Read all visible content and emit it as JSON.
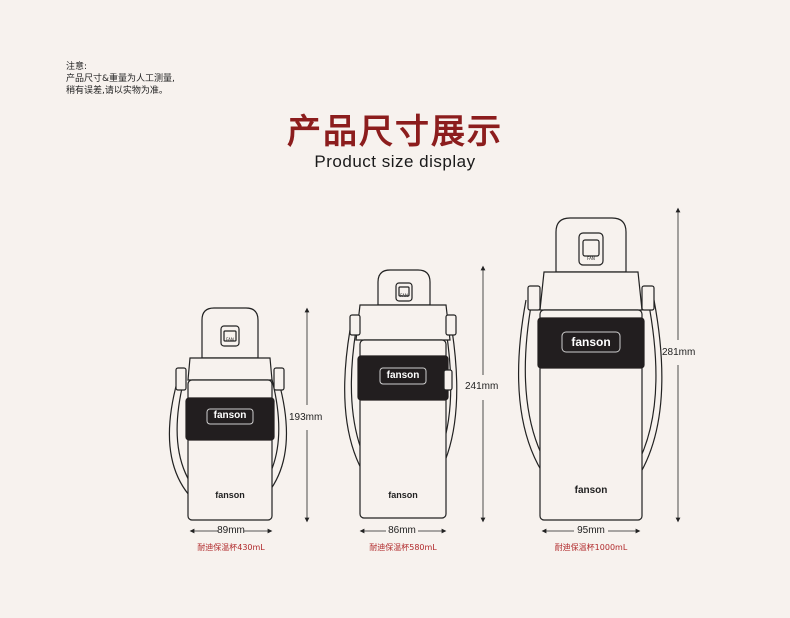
{
  "note": {
    "heading": "注意:",
    "line1": "产品尺寸&重量为人工测量,",
    "line2": "稍有误差,请以实物为准。"
  },
  "title": {
    "cn": "产品尺寸展示",
    "en": "Product size display"
  },
  "brand": "fanson",
  "lid_mark": "FAN",
  "colors": {
    "title_red": "#8c1d1d",
    "caption_red": "#b0282a",
    "sleeve": "#221e1f",
    "outline": "#222222"
  },
  "products": [
    {
      "height": "193mm",
      "width": "89mm",
      "caption": "耐迪保温杯430mL"
    },
    {
      "height": "241mm",
      "width": "86mm",
      "caption": "耐迪保温杯580mL"
    },
    {
      "height": "281mm",
      "width": "95mm",
      "caption": "耐迪保温杯1000mL"
    }
  ]
}
